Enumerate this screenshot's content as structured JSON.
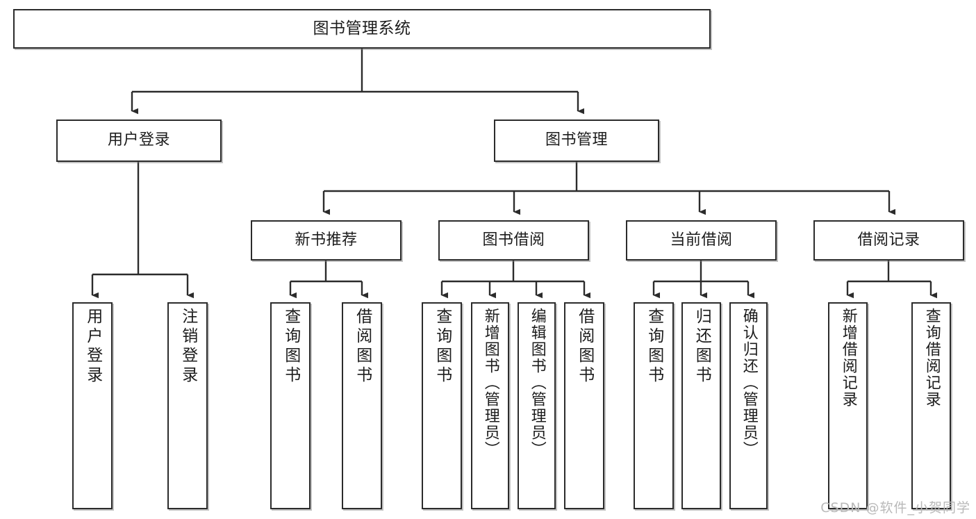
{
  "diagram": {
    "type": "tree",
    "title": "图书管理系统",
    "watermark": "CSDN @软件_小贺同学",
    "colors": {
      "box_border": "#2b2b2b",
      "box_fill": "#ffffff",
      "line": "#2b2b2b",
      "text": "#1c1c1c",
      "watermark": "#b9b9b9"
    },
    "nodes": {
      "root": {
        "label": "图书管理系统"
      },
      "level2": [
        {
          "label": "用户登录"
        },
        {
          "label": "图书管理"
        }
      ],
      "level3": [
        {
          "label": "新书推荐"
        },
        {
          "label": "图书借阅"
        },
        {
          "label": "当前借阅"
        },
        {
          "label": "借阅记录"
        }
      ],
      "leaves": {
        "user_login": [
          {
            "label": "用户登录"
          },
          {
            "label": "注销登录"
          }
        ],
        "new_book_recommend": [
          {
            "label": "查询图书"
          },
          {
            "label": "借阅图书"
          }
        ],
        "book_borrow": [
          {
            "label": "查询图书"
          },
          {
            "label": "新增图书（管理员）"
          },
          {
            "label": "编辑图书（管理员）"
          },
          {
            "label": "借阅图书"
          }
        ],
        "current_borrow": [
          {
            "label": "查询图书"
          },
          {
            "label": "归还图书"
          },
          {
            "label": "确认归还（管理员）"
          }
        ],
        "borrow_record": [
          {
            "label": "新增借阅记录"
          },
          {
            "label": "查询借阅记录"
          }
        ]
      }
    }
  }
}
